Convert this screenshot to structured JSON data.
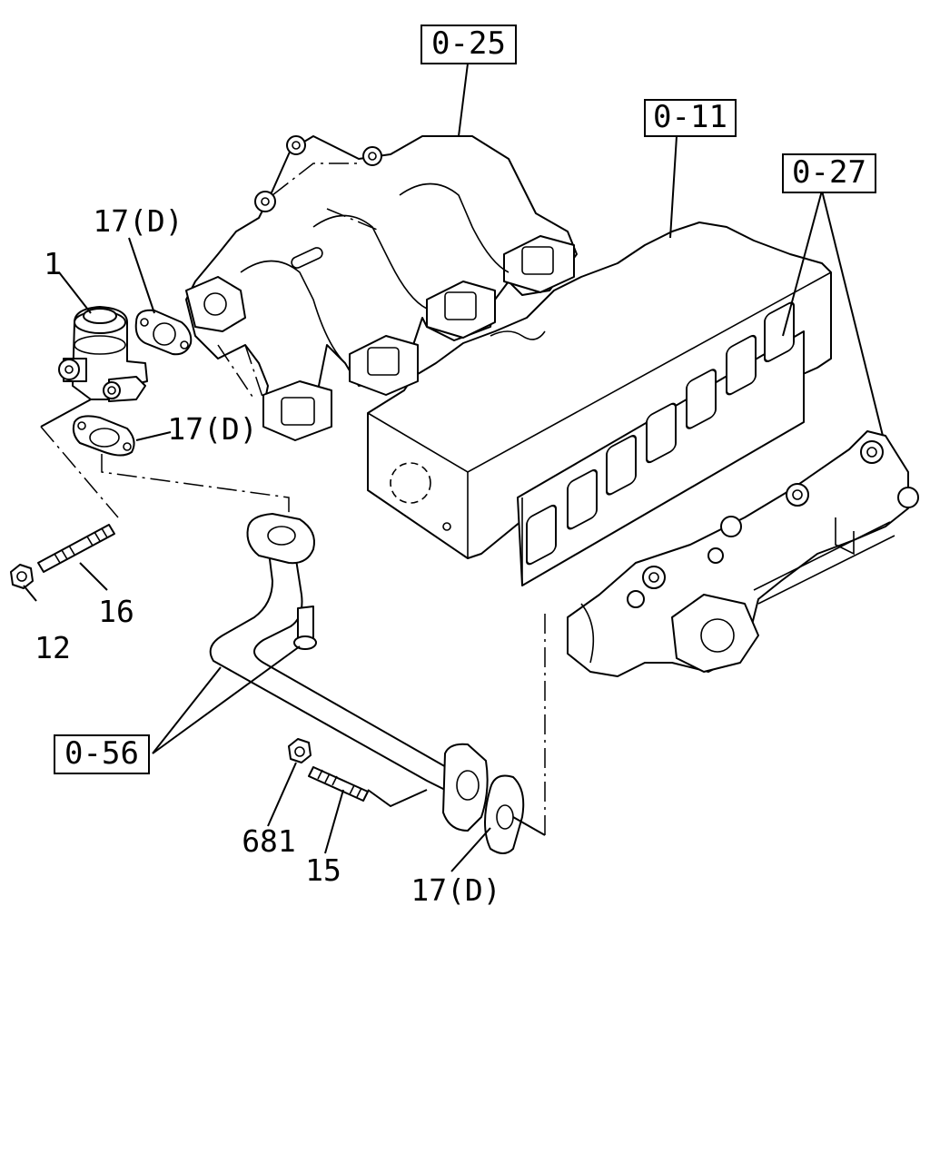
{
  "references": {
    "intake_manifold": "0-25",
    "cylinder_head": "0-11",
    "exhaust_manifold": "0-27",
    "egr_pipe": "0-56"
  },
  "callouts": {
    "egr_valve": "1",
    "gasket_valve_side": "17(D)",
    "gasket_valve_bottom": "17(D)",
    "gasket_pipe_end": "17(D)",
    "stud_upper": "16",
    "nut_upper": "12",
    "nut_lower": "681",
    "stud_lower": "15"
  }
}
